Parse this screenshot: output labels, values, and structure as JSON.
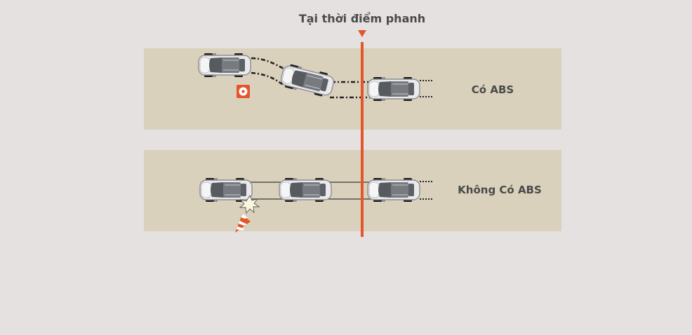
{
  "title": "Tại thời điểm phanh",
  "lanes": {
    "abs": {
      "label": "Có ABS"
    },
    "no_abs": {
      "label": "Không Có ABS"
    }
  },
  "colors": {
    "background": "#e4e1e0",
    "road": "#d9d1bb",
    "brake_line": "#e5552b",
    "car_body": "#e9e9eb",
    "car_cabin": "#6c6e72",
    "tire": "#1c1c1c",
    "cone": "#e5552b"
  },
  "icons": {
    "obstacle_abs": "obstacle-marker-icon",
    "obstacle_no_abs": "traffic-cone-icon",
    "impact": "impact-burst-icon",
    "brake_marker": "triangle-down-icon"
  }
}
